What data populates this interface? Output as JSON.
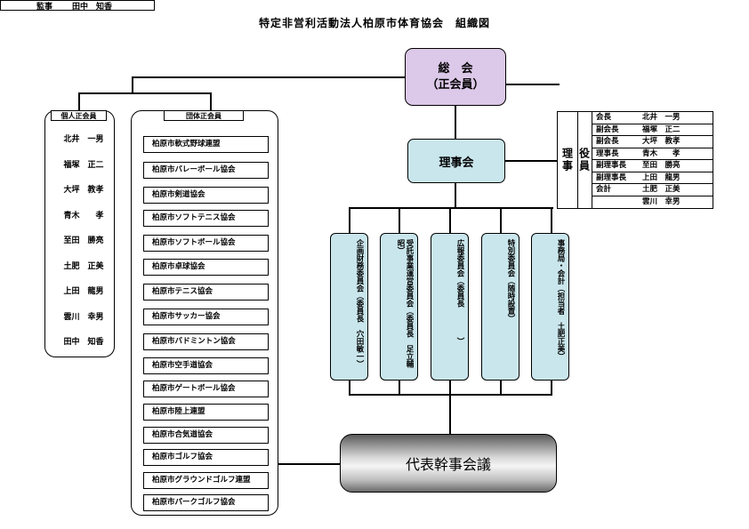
{
  "title": "特定非営利活動法人柏原市体育協会　組織図",
  "soukai": {
    "line1": "総　会",
    "line2": "（正会員）"
  },
  "kansa": {
    "role": "監事",
    "name": "田中　知香"
  },
  "rijikai": {
    "label": "理事会"
  },
  "kojin": {
    "title": "個人正会員",
    "members": [
      "北井　一男",
      "福塚　正二",
      "大坪　教孝",
      "青木　　孝",
      "至田　勝亮",
      "土肥　正美",
      "上田　龍男",
      "雲川　幸男",
      "田中　知香"
    ]
  },
  "dantai": {
    "title": "団体正会員",
    "members": [
      "柏原市軟式野球連盟",
      "柏原市バレーボール協会",
      "柏原市剣道協会",
      "柏原市ソフトテニス協会",
      "柏原市ソフトボール協会",
      "柏原市卓球協会",
      "柏原市テニス協会",
      "柏原市サッカー協会",
      "柏原市バドミントン協会",
      "柏原市空手道協会",
      "柏原市ゲートボール協会",
      "柏原市陸上連盟",
      "柏原市合気道協会",
      "柏原市ゴルフ協会",
      "柏原市グラウンドゴルフ連盟",
      "柏原市パークゴルフ協会"
    ]
  },
  "yakuin": {
    "label1": "理事",
    "label2": "役員",
    "rows": [
      {
        "role": "会長",
        "name": "北井　一男"
      },
      {
        "role": "副会長",
        "name": "福塚　正二"
      },
      {
        "role": "副会長",
        "name": "大坪　教孝"
      },
      {
        "role": "理事長",
        "name": "青木　　孝"
      },
      {
        "role": "副理事長",
        "name": "至田　勝亮"
      },
      {
        "role": "副理事長",
        "name": "上田　龍男"
      },
      {
        "role": "会計",
        "name": "土肥　正美"
      },
      {
        "role": "",
        "name": "雲川　幸男"
      }
    ]
  },
  "committees": [
    "企画財務委員会（委員長　穴田敏一）",
    "受託事業運営委員会（委員長　足立輔昭）",
    "広報委員会（委員長　　　　）",
    "特別委員会（随時設置）",
    "事務局・会計（担当者　土肥正美）"
  ],
  "daihyo": {
    "label": "代表幹事会議"
  },
  "colors": {
    "soukai": "#dcc8e8",
    "rijikai": "#c9e6ec",
    "committee": "#c9e6ec"
  }
}
